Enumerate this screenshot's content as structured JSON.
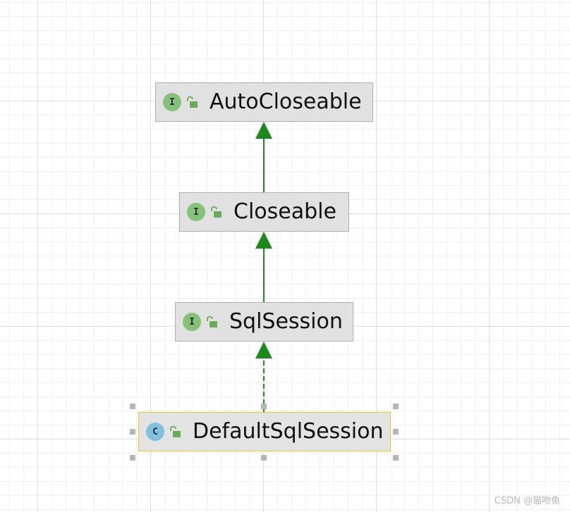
{
  "diagram": {
    "type": "class-hierarchy",
    "nodes": [
      {
        "id": "autocloseable",
        "label": "AutoCloseable",
        "kind": "interface",
        "kind_glyph": "I",
        "access": "public",
        "icon": "interface-icon",
        "selected": false
      },
      {
        "id": "closeable",
        "label": "Closeable",
        "kind": "interface",
        "kind_glyph": "I",
        "access": "public",
        "icon": "interface-icon",
        "selected": false
      },
      {
        "id": "sqlsession",
        "label": "SqlSession",
        "kind": "interface",
        "kind_glyph": "I",
        "access": "public",
        "icon": "interface-icon",
        "selected": false
      },
      {
        "id": "defaultsqlsession",
        "label": "DefaultSqlSession",
        "kind": "class",
        "kind_glyph": "C",
        "access": "public",
        "icon": "class-icon",
        "selected": true
      }
    ],
    "edges": [
      {
        "from": "closeable",
        "to": "autocloseable",
        "relation": "extends",
        "style": "solid"
      },
      {
        "from": "sqlsession",
        "to": "closeable",
        "relation": "extends",
        "style": "solid"
      },
      {
        "from": "defaultsqlsession",
        "to": "sqlsession",
        "relation": "implements",
        "style": "dashed"
      }
    ]
  },
  "colors": {
    "edge": "#1a8a1a",
    "interface_icon": "#86c17b",
    "class_icon": "#7fc2de",
    "lock_icon": "#6aab5a",
    "selection_border": "#f5c518",
    "node_fill": "#e1e1e1"
  },
  "watermark": "CSDN @猫吻鱼"
}
